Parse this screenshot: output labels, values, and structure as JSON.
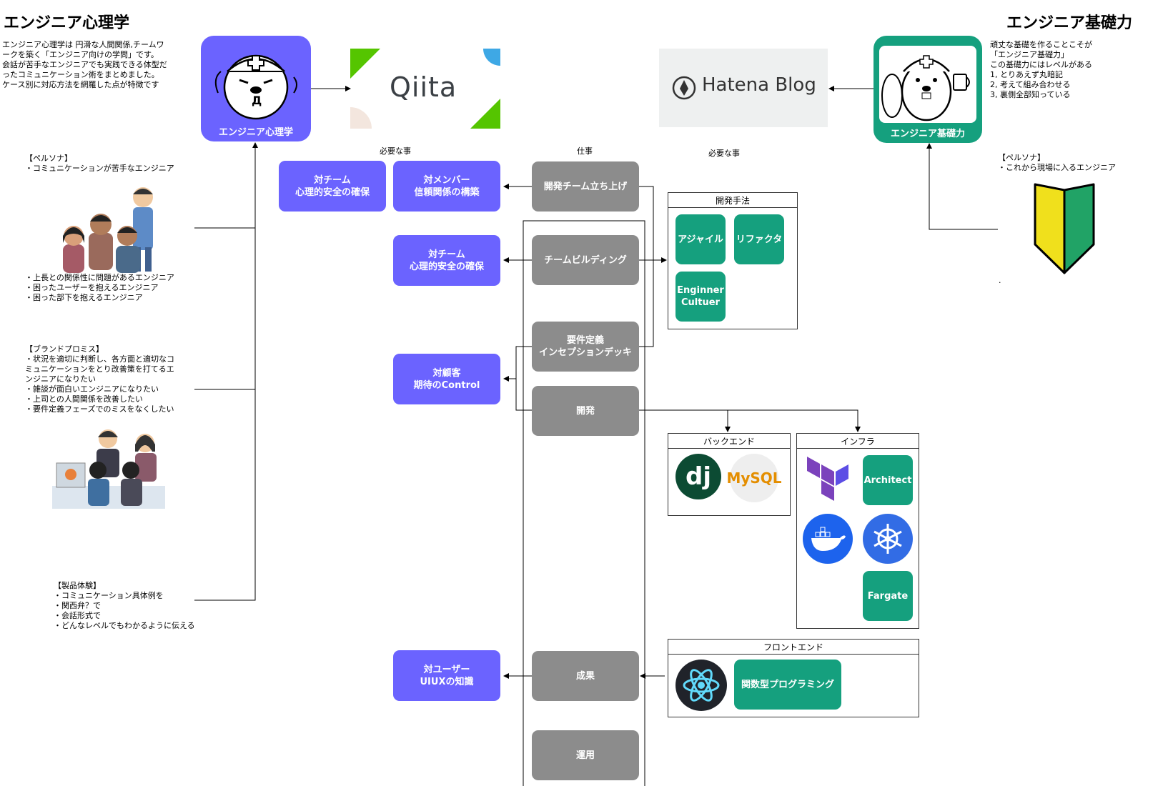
{
  "left": {
    "title": "エンジニア心理学",
    "description": "エンジニア心理学は 円滑な人間関係,チームワ\nークを築く「エンジニア向けの学問」です。\n 会話が苦手なエンジニアでも実践できる体型だ\nったコミュニケーション術をまとめました。\nケース別に対応方法を網羅した点が特徴です",
    "logo_caption": "エンジニア心理学",
    "persona": "【ペルソナ】\n・コミュニケーションが苦手なエンジニア",
    "persona_list": "・上長との関係性に問題があるエンジニア\n・困ったユーザーを抱えるエンジニア\n・困った部下を抱えるエンジニア",
    "brand_promise": "【ブランドプロミス】\n・状況を適切に判断し、各方面と適切なコ\nミュニケーションをとり改善策を打てるエ\nンジニアになりたい\n・雑談が面白いエンジニアになりたい\n・上司との人間関係を改善したい\n・要件定義フェーズでのミスをなくしたい",
    "product_experience": "【製品体験】\n・コミュニケーション具体例を\n・関西弁？で\n・会話形式で\n・どんなレベルでもわかるように伝える"
  },
  "right": {
    "title": "エンジニア基礎力",
    "description": "頑丈な基礎を作ることこそが\n「エンジニア基礎力」\nこの基礎力にはレベルがある\n1, とりあえず丸暗記\n2, 考えて組み合わせる\n3, 裏側全部知っている",
    "logo_caption": "エンジニア基礎力",
    "persona": "【ペルソナ】\n・これから現場に入るエンジニア",
    "dot": "."
  },
  "logos": {
    "qiita": "Qiita",
    "hatena": "Hatena Blog"
  },
  "labels": {
    "needed_left": "必要な事",
    "work": "仕事",
    "needed_right": "必要な事"
  },
  "needs": {
    "team_safety_1": "対チーム\n心理的安全の確保",
    "member_trust": "対メンバー\n信頼関係の構築",
    "team_safety_2": "対チーム\n心理的安全の確保",
    "customer": "対顧客\n期待のControl",
    "user": "対ユーザー\nUIUXの知識"
  },
  "work": {
    "launch": "開発チーム立ち上げ",
    "team_building": "チームビルディング",
    "requirements": "要件定義\nインセプションデッキ",
    "dev": "開発",
    "deliverable": "成果",
    "ops": "運用"
  },
  "panels": {
    "methods": {
      "title": "開発手法",
      "items": [
        "アジャイル",
        "リファクタ",
        "Enginner\nCultuer"
      ]
    },
    "backend": {
      "title": "バックエンド",
      "django": "dj",
      "mysql": "MySQL"
    },
    "infra": {
      "title": "インフラ",
      "architect": "Architect",
      "fargate": "Fargate"
    },
    "frontend": {
      "title": "フロントエンド",
      "functional": "関数型プログラミング"
    }
  },
  "colors": {
    "purple": "#6b63ff",
    "gray": "#8c8c8c",
    "green": "#15a07e"
  }
}
